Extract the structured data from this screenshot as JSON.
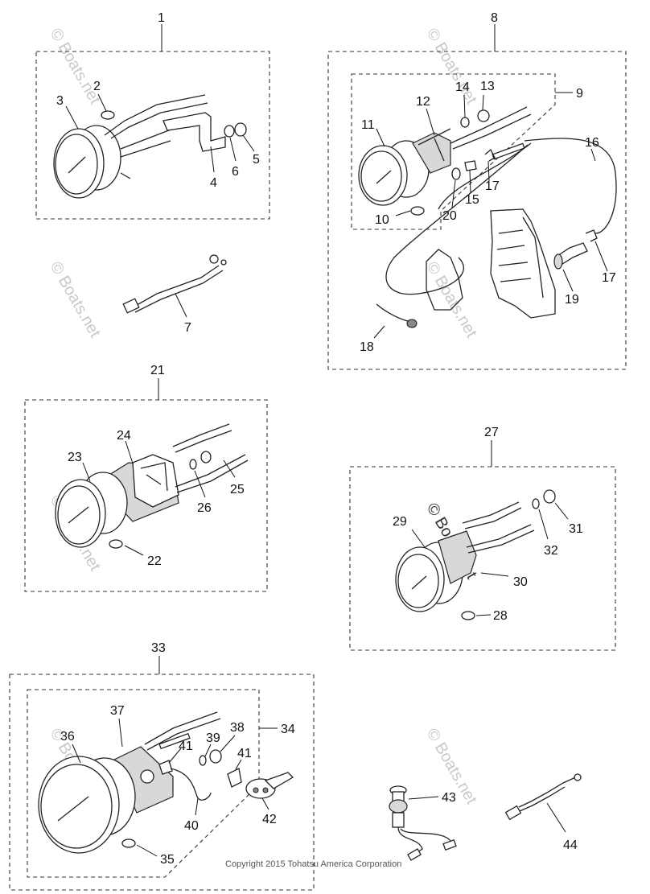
{
  "watermark": "© Boats.net",
  "copyright": "Copyright 2015 Tohatsu America Corporation",
  "callouts": {
    "c1": "1",
    "c2": "2",
    "c3": "3",
    "c4": "4",
    "c5": "5",
    "c6": "6",
    "c7": "7",
    "c8": "8",
    "c9": "9",
    "c10": "10",
    "c11": "11",
    "c12": "12",
    "c13": "13",
    "c14": "14",
    "c15": "15",
    "c16": "16",
    "c17a": "17",
    "c17b": "17",
    "c18": "18",
    "c19": "19",
    "c20": "20",
    "c21": "21",
    "c22": "22",
    "c23": "23",
    "c24": "24",
    "c25": "25",
    "c26": "26",
    "c27": "27",
    "c28": "28",
    "c29": "29",
    "c30": "30",
    "c31": "31",
    "c32": "32",
    "c33": "33",
    "c34": "34",
    "c35": "35",
    "c36": "36",
    "c37": "37",
    "c38": "38",
    "c39": "39",
    "c40": "40",
    "c41a": "41",
    "c41b": "41",
    "c42": "42",
    "c43": "43",
    "c44": "44"
  }
}
